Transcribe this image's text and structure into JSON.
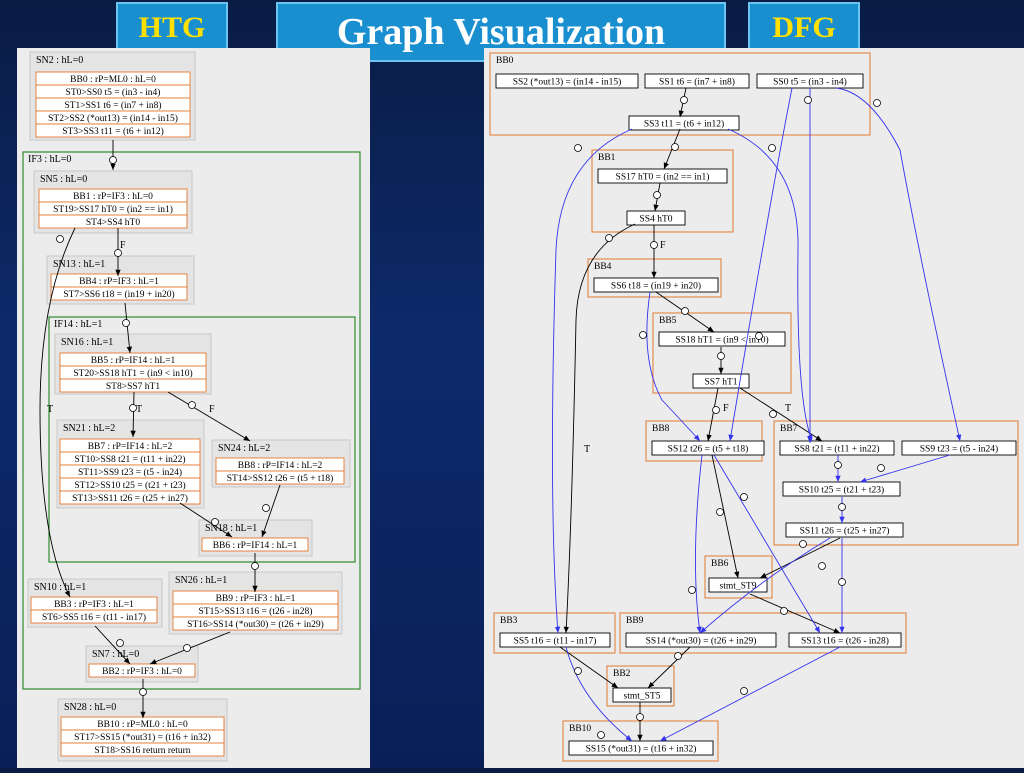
{
  "header": {
    "left_tag": "HTG",
    "title": "Graph Visualization",
    "right_tag": "DFG"
  },
  "htg": {
    "groups": [
      {
        "id": "if3",
        "label": "IF3 : hL=0"
      },
      {
        "id": "if14",
        "label": "IF14 : hL=1"
      }
    ],
    "nodes": [
      {
        "id": "sn2",
        "label": "SN2 : hL=0",
        "rows": [
          "BB0 : rP=ML0 : hL=0",
          "ST0>SS0 t5 = (in3 - in4)",
          "ST1>SS1 t6 = (in7 + in8)",
          "ST2>SS2 (*out13) = (in14 - in15)",
          "ST3>SS3 t11 = (t6 + in12)"
        ]
      },
      {
        "id": "sn5",
        "label": "SN5 : hL=0",
        "rows": [
          "BB1 : rP=IF3 : hL=0",
          "ST19>SS17 hT0 = (in2 == in1)",
          "ST4>SS4 hT0"
        ]
      },
      {
        "id": "sn13",
        "label": "SN13 : hL=1",
        "rows": [
          "BB4 : rP=IF3 : hL=1",
          "ST7>SS6 t18 = (in19 + in20)"
        ]
      },
      {
        "id": "sn16",
        "label": "SN16 : hL=1",
        "rows": [
          "BB5 : rP=IF14 : hL=1",
          "ST20>SS18 hT1 = (in9 < in10)",
          "ST8>SS7 hT1"
        ]
      },
      {
        "id": "sn21",
        "label": "SN21 : hL=2",
        "rows": [
          "BB7 : rP=IF14 : hL=2",
          "ST10>SS8 t21 = (t11 + in22)",
          "ST11>SS9 t23 = (t5 - in24)",
          "ST12>SS10 t25 = (t21 + t23)",
          "ST13>SS11 t26 = (t25 + in27)"
        ]
      },
      {
        "id": "sn24",
        "label": "SN24 : hL=2",
        "rows": [
          "BB8 : rP=IF14 : hL=2",
          "ST14>SS12 t26 = (t5 + t18)"
        ]
      },
      {
        "id": "sn18",
        "label": "SN18 : hL=1",
        "rows": [
          "BB6 : rP=IF14 : hL=1"
        ]
      },
      {
        "id": "sn10",
        "label": "SN10 : hL=1",
        "rows": [
          "BB3 : rP=IF3 : hL=1",
          "ST6>SS5 t16 = (t11 - in17)"
        ]
      },
      {
        "id": "sn26",
        "label": "SN26 : hL=1",
        "rows": [
          "BB9 : rP=IF3 : hL=1",
          "ST15>SS13 t16 = (t26 - in28)",
          "ST16>SS14 (*out30) = (t26 + in29)"
        ]
      },
      {
        "id": "sn7",
        "label": "SN7 : hL=0",
        "rows": [
          "BB2 : rP=IF3 : hL=0"
        ]
      },
      {
        "id": "sn28",
        "label": "SN28 : hL=0",
        "rows": [
          "BB10 : rP=ML0 : hL=0",
          "ST17>SS15 (*out31) = (t16 + in32)",
          "ST18>SS16 return return"
        ]
      }
    ],
    "edge_labels": [
      "F",
      "T",
      "F",
      "T"
    ]
  },
  "dfg": {
    "blocks": [
      {
        "id": "bb0",
        "label": "BB0"
      },
      {
        "id": "bb1",
        "label": "BB1"
      },
      {
        "id": "bb4",
        "label": "BB4"
      },
      {
        "id": "bb5",
        "label": "BB5"
      },
      {
        "id": "bb8",
        "label": "BB8"
      },
      {
        "id": "bb7",
        "label": "BB7"
      },
      {
        "id": "bb6",
        "label": "BB6"
      },
      {
        "id": "bb3",
        "label": "BB3"
      },
      {
        "id": "bb9",
        "label": "BB9"
      },
      {
        "id": "bb2",
        "label": "BB2"
      },
      {
        "id": "bb10",
        "label": "BB10"
      }
    ],
    "statements": [
      {
        "id": "ss2",
        "text": "SS2 (*out13) = (in14 - in15)"
      },
      {
        "id": "ss1",
        "text": "SS1 t6 = (in7 + in8)"
      },
      {
        "id": "ss0",
        "text": "SS0 t5 = (in3 - in4)"
      },
      {
        "id": "ss3",
        "text": "SS3 t11 = (t6 + in12)"
      },
      {
        "id": "ss17",
        "text": "SS17 hT0 = (in2 == in1)"
      },
      {
        "id": "ss4",
        "text": "SS4 hT0"
      },
      {
        "id": "ss6",
        "text": "SS6 t18 = (in19 + in20)"
      },
      {
        "id": "ss18",
        "text": "SS18 hT1 = (in9 < in10)"
      },
      {
        "id": "ss7",
        "text": "SS7 hT1"
      },
      {
        "id": "ss12",
        "text": "SS12 t26 = (t5 + t18)"
      },
      {
        "id": "ss8",
        "text": "SS8 t21 = (t11 + in22)"
      },
      {
        "id": "ss9",
        "text": "SS9 t23 = (t5 - in24)"
      },
      {
        "id": "ss10",
        "text": "SS10 t25 = (t21 + t23)"
      },
      {
        "id": "ss11",
        "text": "SS11 t26 = (t25 + in27)"
      },
      {
        "id": "st9",
        "text": "stmt_ST9"
      },
      {
        "id": "ss5",
        "text": "SS5 t16 = (t11 - in17)"
      },
      {
        "id": "ss14",
        "text": "SS14 (*out30) = (t26 + in29)"
      },
      {
        "id": "ss13",
        "text": "SS13 t16 = (t26 - in28)"
      },
      {
        "id": "st5",
        "text": "stmt_ST5"
      },
      {
        "id": "ss15",
        "text": "SS15 (*out31) = (t16 + in32)"
      }
    ],
    "edge_labels": [
      "F",
      "T",
      "F",
      "T"
    ]
  },
  "colors": {
    "title_bg": "#1a8fd0",
    "tag_text": "#ffe000",
    "group_border": "#2e8b2e",
    "row_border": "#e07a30",
    "control_edge": "#000000",
    "data_edge": "#3333ee"
  }
}
